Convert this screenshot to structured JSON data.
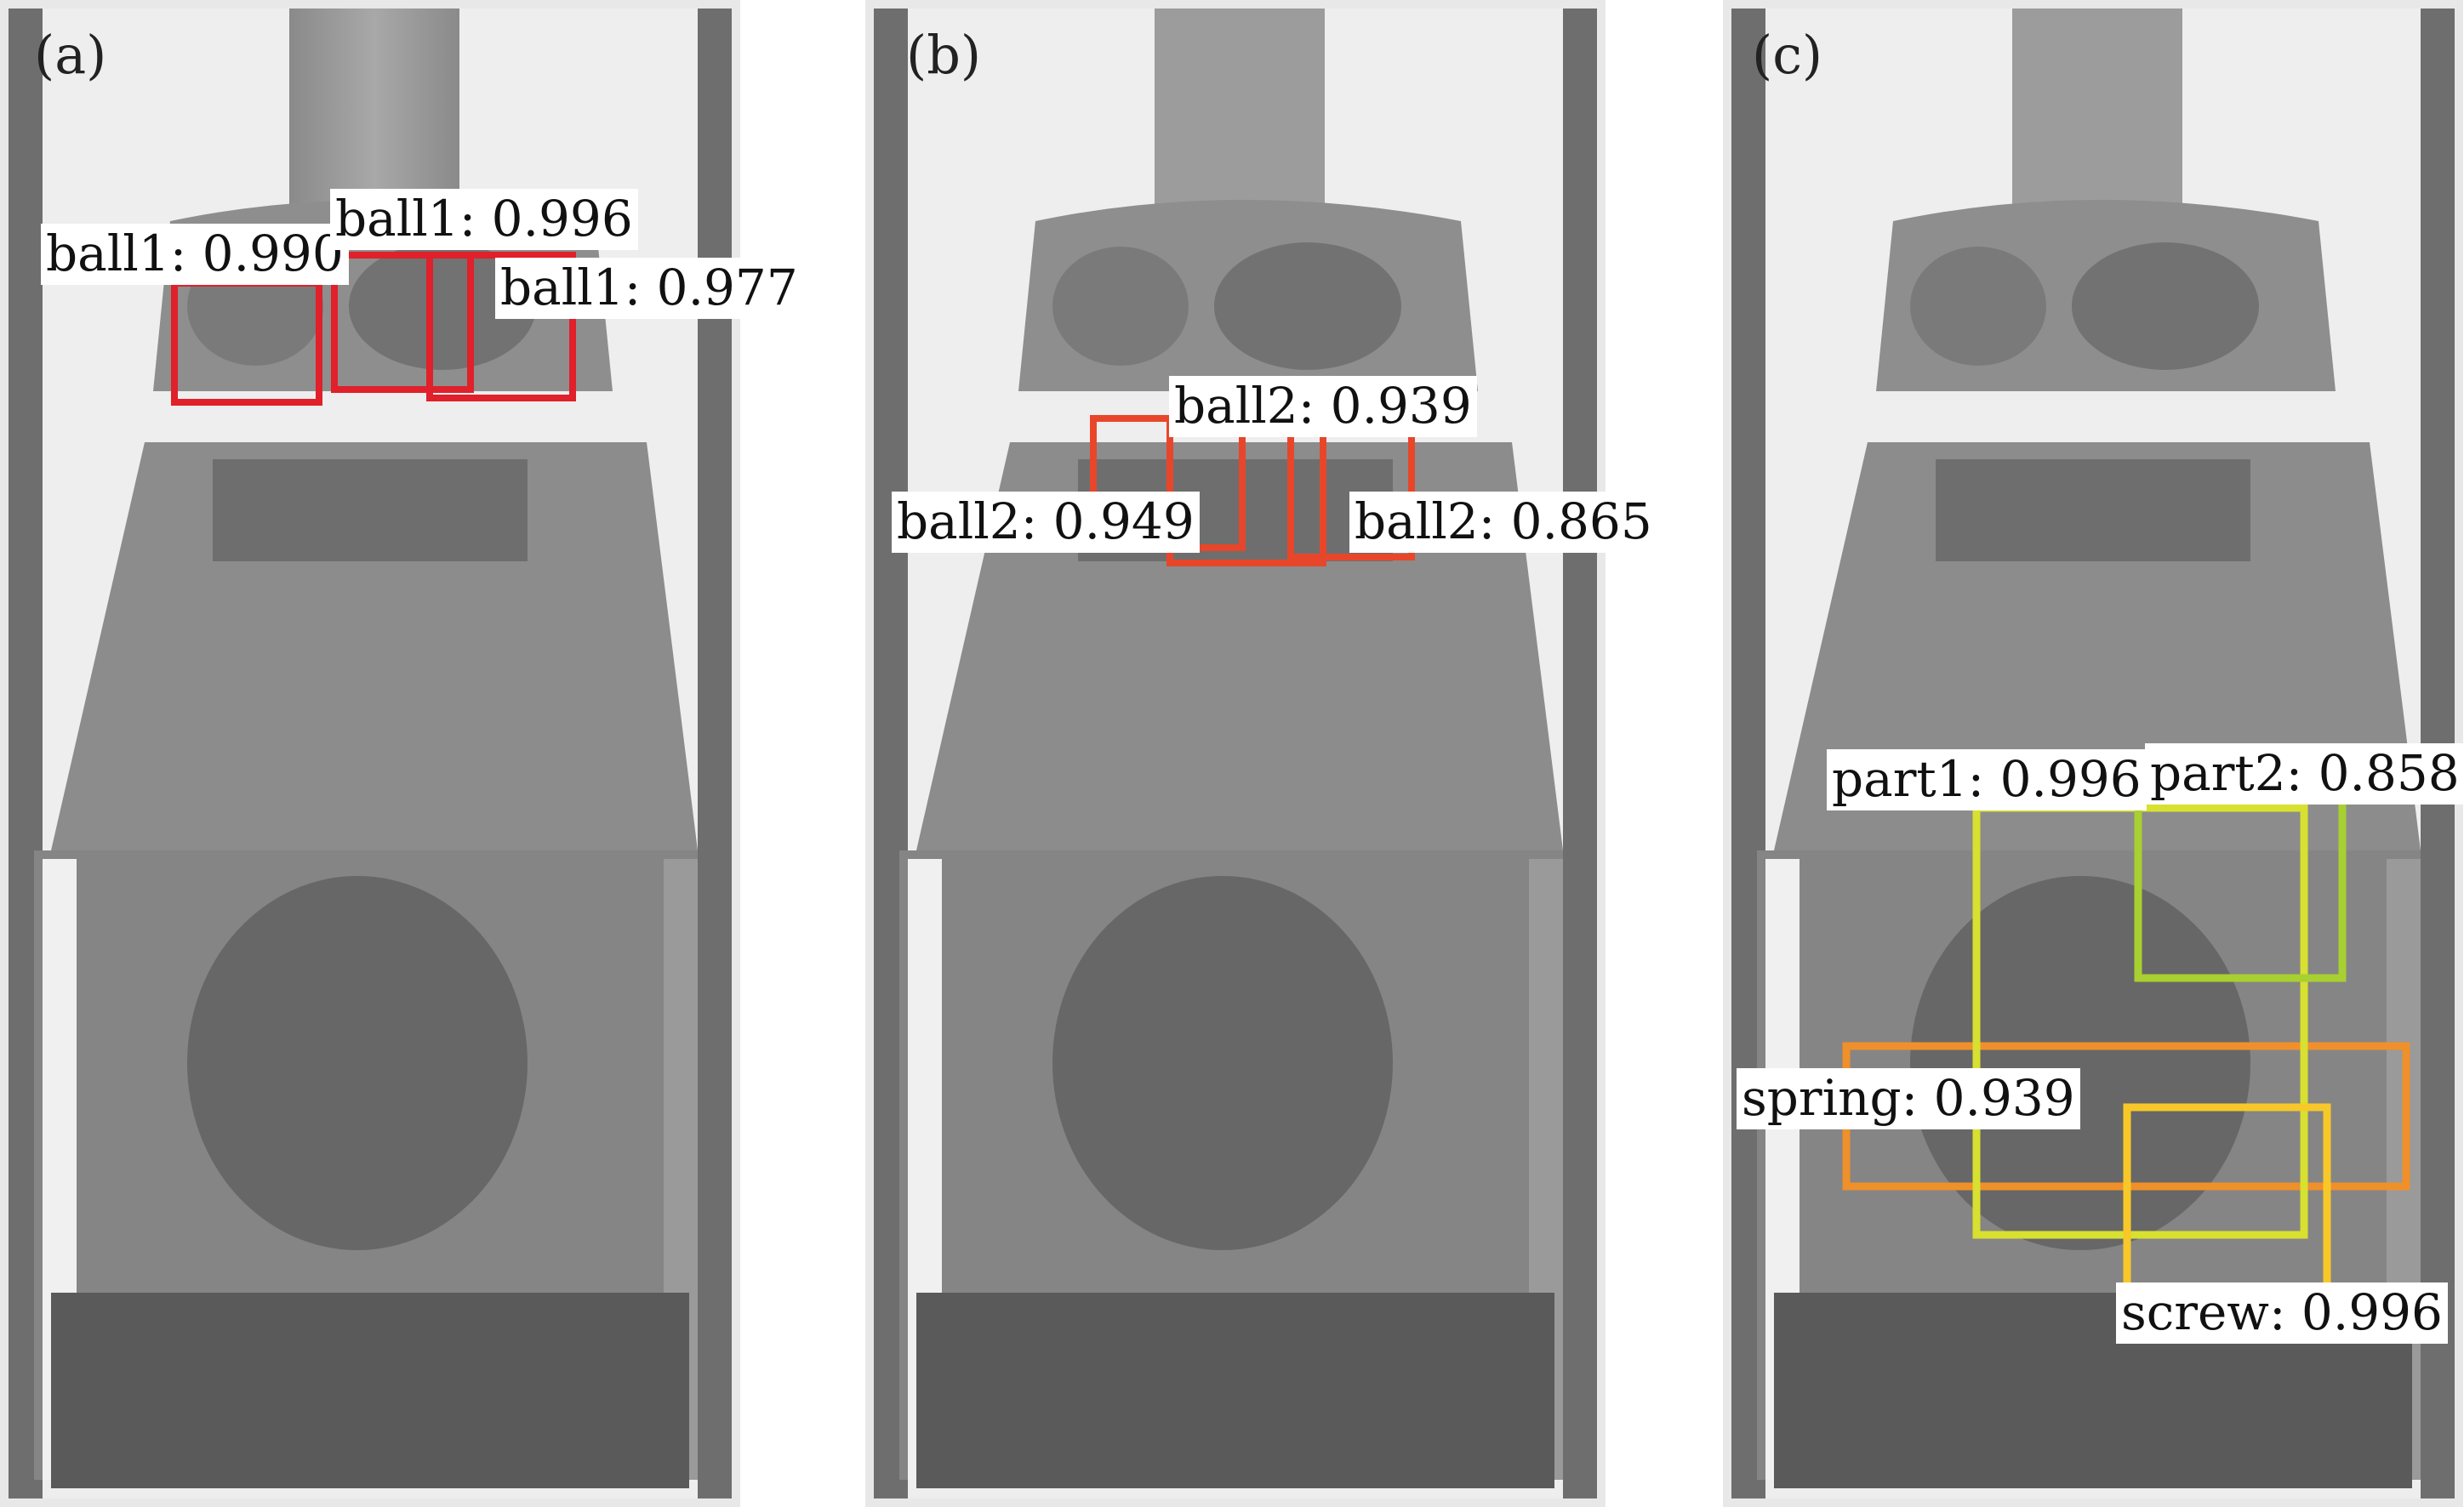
{
  "panels": [
    {
      "label": "(a)",
      "detections": [
        {
          "text": "ball1: 0.990",
          "color": "#e0202a"
        },
        {
          "text": "ball1: 0.996",
          "color": "#e0202a"
        },
        {
          "text": "ball1: 0.977",
          "color": "#e0202a"
        }
      ]
    },
    {
      "label": "(b)",
      "detections": [
        {
          "text": "ball2: 0.939",
          "color": "#e8462a"
        },
        {
          "text": "ball2: 0.949",
          "color": "#e8462a"
        },
        {
          "text": "ball2: 0.865",
          "color": "#e8462a"
        }
      ]
    },
    {
      "label": "(c)",
      "detections": [
        {
          "text": "part1: 0.996",
          "color": "#d8e030"
        },
        {
          "text": "part2: 0.858",
          "color": "#a8d030"
        },
        {
          "text": "spring: 0.939",
          "color": "#f0902a"
        },
        {
          "text": "screw: 0.996",
          "color": "#f8c82a"
        }
      ]
    }
  ]
}
